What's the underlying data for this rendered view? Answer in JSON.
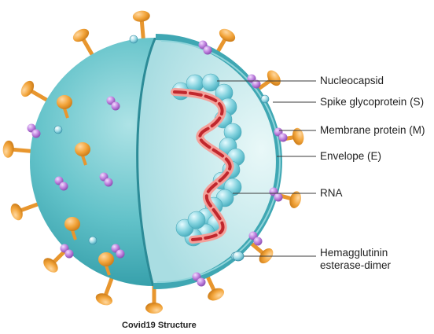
{
  "diagram": {
    "caption": "Covid19 Structure",
    "labels": {
      "nucleocapsid": "Nucleocapsid",
      "spike": "Spike glycoprotein (S)",
      "membrane": "Membrane protein (M)",
      "envelope": "Envelope (E)",
      "rna": "RNA",
      "hemagglutinin_line1": "Hemagglutinin",
      "hemagglutinin_line2": "esterase-dimer"
    },
    "colors": {
      "virion_surface": "#5fc1c9",
      "virion_interior": "#c9eef0",
      "envelope_rim": "#3fa7b3",
      "spike": "#f0a63c",
      "membrane_protein": "#b86ed6",
      "nucleocapsid": "#7fd3e0",
      "rna_strand": "#c0272d",
      "rna_inner": "#f4a09a",
      "leader_line": "#3a3a3a"
    }
  }
}
